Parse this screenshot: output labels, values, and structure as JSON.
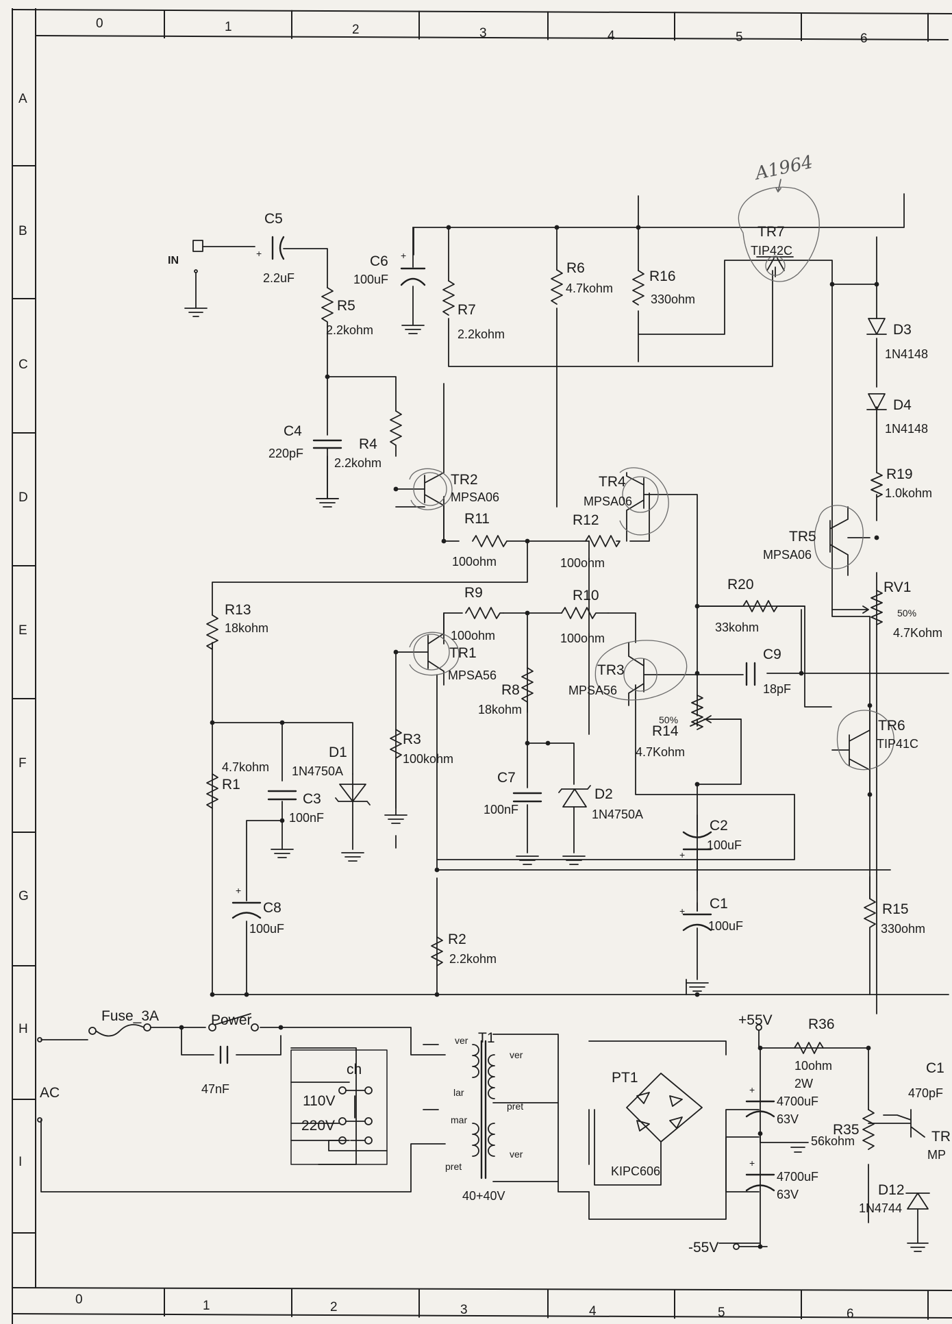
{
  "grid": {
    "columns": [
      "0",
      "1",
      "2",
      "3",
      "4",
      "5",
      "6"
    ],
    "rows": [
      "A",
      "B",
      "C",
      "D",
      "E",
      "F",
      "G",
      "H",
      "I"
    ]
  },
  "annotation": "A1964",
  "connectors": {
    "input": "IN",
    "ac": "AC",
    "pos_rail": "+55V",
    "neg_rail": "-55V"
  },
  "components": {
    "c5": {
      "ref": "C5",
      "value": "2.2uF"
    },
    "c6": {
      "ref": "C6",
      "value": "100uF"
    },
    "r5": {
      "ref": "R5",
      "value": "2.2kohm"
    },
    "r7": {
      "ref": "R7",
      "value": "2.2kohm"
    },
    "r6": {
      "ref": "R6",
      "value": "4.7kohm"
    },
    "r16": {
      "ref": "R16",
      "value": "330ohm"
    },
    "tr7": {
      "ref": "TR7",
      "value": "TIP42C"
    },
    "d3": {
      "ref": "D3",
      "value": "1N4148"
    },
    "d4": {
      "ref": "D4",
      "value": "1N4148"
    },
    "c4": {
      "ref": "C4",
      "value": "220pF"
    },
    "r4": {
      "ref": "R4",
      "value": "2.2kohm"
    },
    "tr2": {
      "ref": "TR2",
      "value": "MPSA06"
    },
    "tr4": {
      "ref": "TR4",
      "value": "MPSA06"
    },
    "r11": {
      "ref": "R11",
      "value": "100ohm"
    },
    "r12": {
      "ref": "R12",
      "value": "100ohm"
    },
    "r19": {
      "ref": "R19",
      "value": "1.0kohm"
    },
    "tr5": {
      "ref": "TR5",
      "value": "MPSA06"
    },
    "rv1": {
      "ref": "RV1",
      "value": "4.7Kohm",
      "setting": "50%"
    },
    "r13": {
      "ref": "R13",
      "value": "18kohm"
    },
    "r9": {
      "ref": "R9",
      "value": "100ohm"
    },
    "r10": {
      "ref": "R10",
      "value": "100ohm"
    },
    "r20": {
      "ref": "R20",
      "value": "33kohm"
    },
    "tr1": {
      "ref": "TR1",
      "value": "MPSA56"
    },
    "tr3": {
      "ref": "TR3",
      "value": "MPSA56"
    },
    "c9": {
      "ref": "C9",
      "value": "18pF"
    },
    "r8": {
      "ref": "R8",
      "value": "18kohm"
    },
    "r14": {
      "ref": "R14",
      "value": "4.7Kohm",
      "setting": "50%"
    },
    "tr6": {
      "ref": "TR6",
      "value": "TIP41C"
    },
    "r3": {
      "ref": "R3",
      "value": "100kohm"
    },
    "r1": {
      "ref": "R1",
      "value": "4.7kohm"
    },
    "d1": {
      "ref": "D1",
      "value": "1N4750A"
    },
    "c3": {
      "ref": "C3",
      "value": "100nF"
    },
    "c7": {
      "ref": "C7",
      "value": "100nF"
    },
    "d2": {
      "ref": "D2",
      "value": "1N4750A"
    },
    "c2": {
      "ref": "C2",
      "value": "100uF"
    },
    "c8": {
      "ref": "C8",
      "value": "100uF"
    },
    "c1": {
      "ref": "C1",
      "value": "100uF"
    },
    "r15": {
      "ref": "R15",
      "value": "330ohm"
    },
    "r2": {
      "ref": "R2",
      "value": "2.2kohm"
    },
    "fuse": {
      "ref": "Fuse_3A"
    },
    "power": {
      "ref": "Power",
      "value": "47nF"
    },
    "ch": {
      "ref": "ch",
      "opt1": "110V",
      "opt2": "220V"
    },
    "t1": {
      "ref": "T1",
      "value": "40+40V",
      "primary": [
        "ver",
        "lar",
        "mar",
        "pret"
      ],
      "secondary": [
        "ver",
        "pret",
        "ver"
      ]
    },
    "pt1": {
      "ref": "PT1",
      "value": "KIPC606"
    },
    "r36": {
      "ref": "R36",
      "value": "10ohm",
      "rating": "2W"
    },
    "cp1": {
      "value": "4700uF",
      "rating": "63V"
    },
    "cp2": {
      "value": "4700uF",
      "rating": "63V"
    },
    "r35": {
      "ref": "R35",
      "value": "56kohm"
    },
    "c1x": {
      "ref": "C1",
      "value": "470pF"
    },
    "trx": {
      "ref": "TR",
      "value": "MP"
    },
    "d12": {
      "ref": "D12",
      "value": "1N4744"
    }
  }
}
